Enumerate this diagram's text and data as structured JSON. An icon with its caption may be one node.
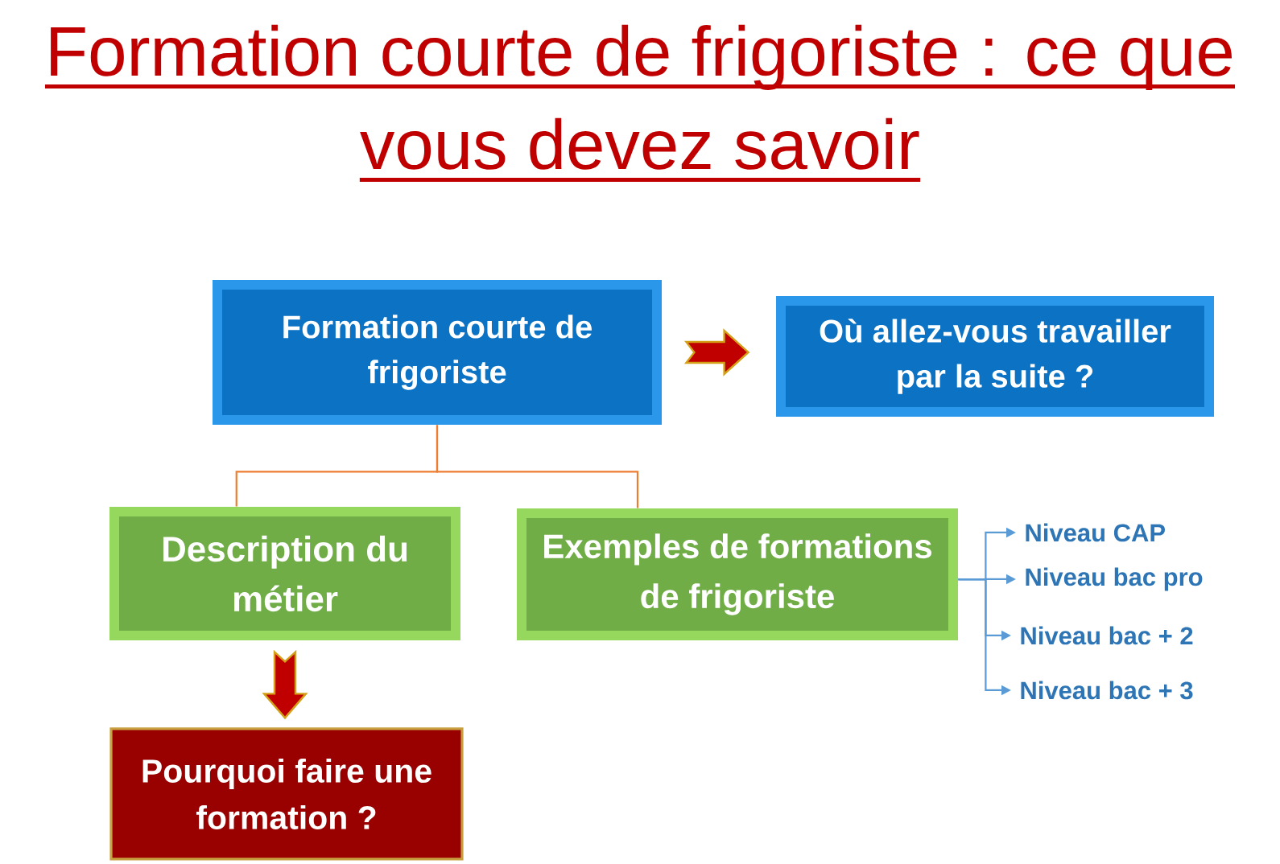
{
  "diagram": {
    "title": "Formation courte de frigoriste : ce que vous devez savoir",
    "nodes": [
      {
        "text": [
          "Formation courte de frigoriste"
        ]
      },
      {
        "text": [
          "Où allez-vous travailler par la suite ?"
        ]
      },
      {
        "text": [
          "Description du métier"
        ]
      },
      {
        "text": [
          "Exemples de formations de frigoriste"
        ]
      },
      {
        "text": [
          "Niveau CAP"
        ]
      },
      {
        "text": [
          "Niveau bac pro"
        ]
      },
      {
        "text": [
          "Niveau bac + 2"
        ]
      },
      {
        "text": [
          "Niveau bac + 3"
        ]
      },
      {
        "text": [
          "Pourquoi faire une formation ?"
        ]
      }
    ],
    "edges": [
      {
        "from": 0,
        "to": 1,
        "arrow": "to",
        "style": "thick",
        "color": "#c00000"
      },
      {
        "from": 0,
        "to": 2,
        "arrow": "none",
        "color": "#ed7d31"
      },
      {
        "from": 0,
        "to": 3,
        "arrow": "none",
        "color": "#ed7d31"
      },
      {
        "from": 3,
        "to": 4,
        "arrow": "to"
      },
      {
        "from": 3,
        "to": 5,
        "arrow": "to"
      },
      {
        "from": 3,
        "to": 6,
        "arrow": "to"
      },
      {
        "from": 3,
        "to": 7,
        "arrow": "to"
      },
      {
        "from": 2,
        "to": 8,
        "arrow": "to",
        "style": "thick",
        "color": "#c00000"
      }
    ]
  }
}
